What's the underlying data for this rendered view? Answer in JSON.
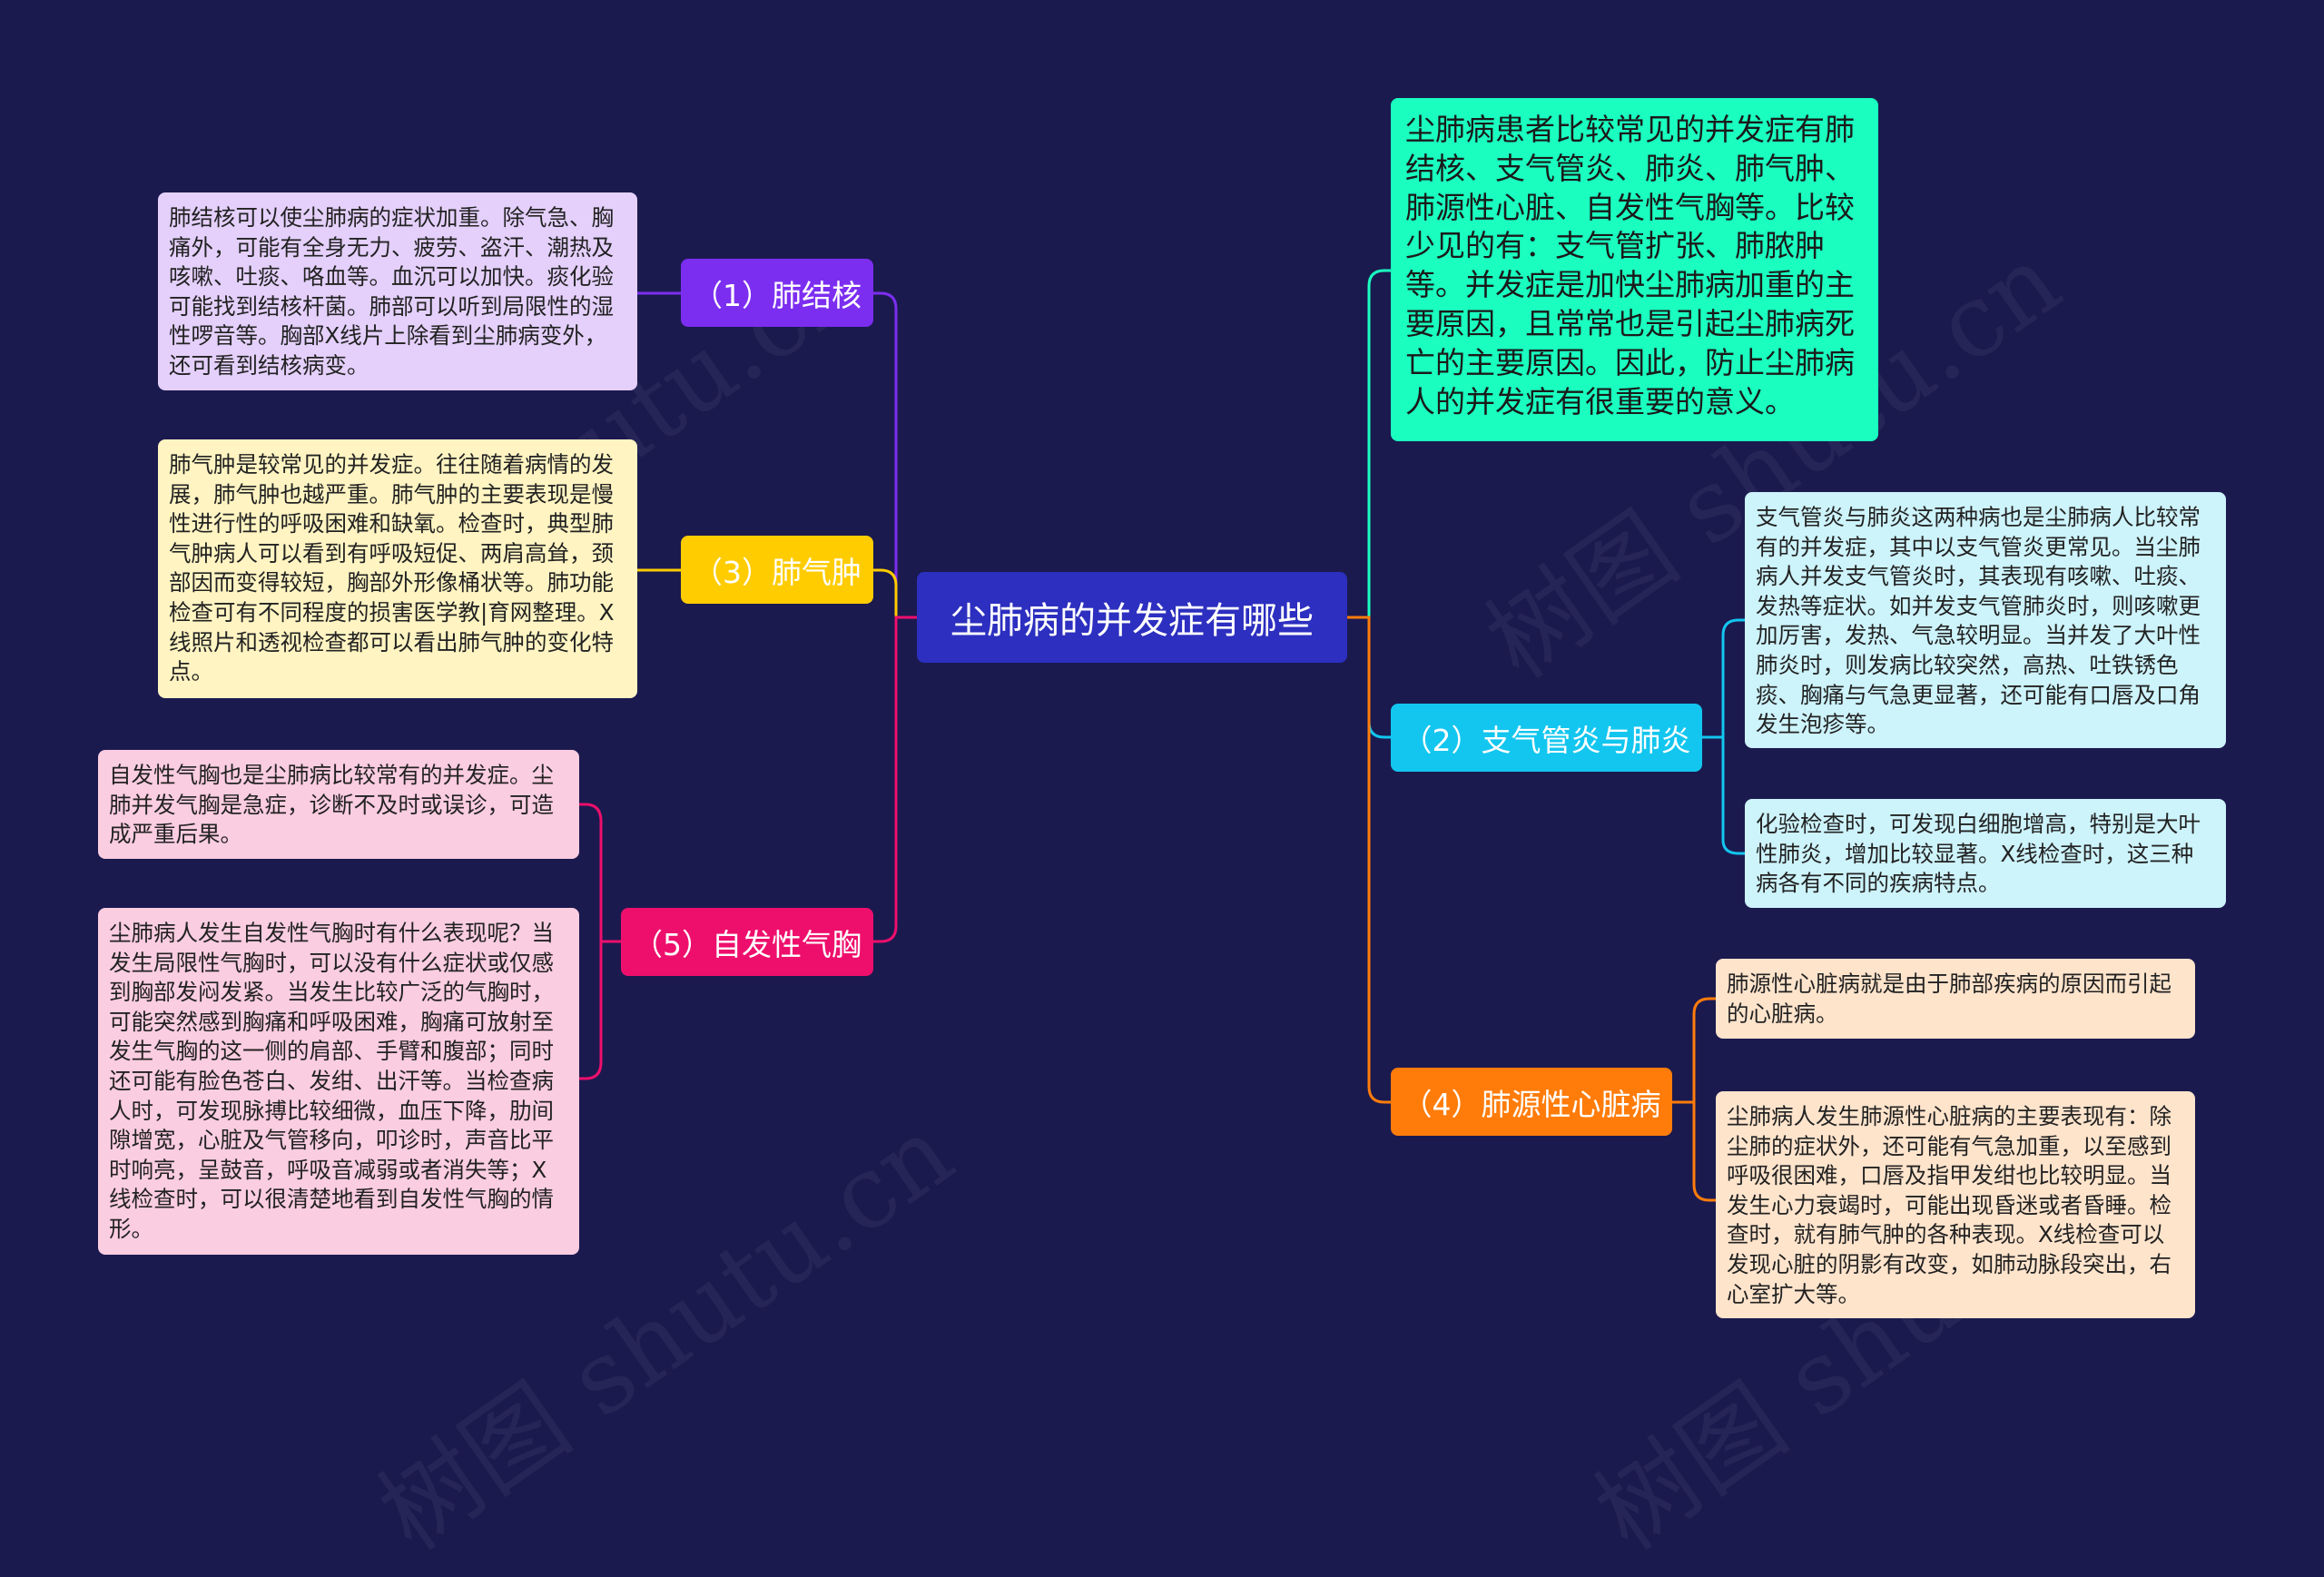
{
  "root": {
    "label": "尘肺病的并发症有哪些"
  },
  "colors": {
    "background": "#1b1a4f",
    "root": "#2c2fbf",
    "tuberculosis": "#7c2ef0",
    "emphysema": "#ffcc00",
    "pneumothorax": "#ee0f6c",
    "intro": "#1affc0",
    "bronchitis": "#12c6ef",
    "heart": "#ff7c0b"
  },
  "left": {
    "tuberculosis": {
      "label": "（1）肺结核",
      "details": [
        "肺结核可以使尘肺病的症状加重。除气急、胸痛外，可能有全身无力、疲劳、盗汗、潮热及咳嗽、吐痰、咯血等。血沉可以加快。痰化验可能找到结核杆菌。肺部可以听到局限性的湿性啰音等。胸部X线片上除看到尘肺病变外，还可看到结核病变。"
      ]
    },
    "emphysema": {
      "label": "（3）肺气肿",
      "details": [
        "肺气肿是较常见的并发症。往往随着病情的发展，肺气肿也越严重。肺气肿的主要表现是慢性进行性的呼吸困难和缺氧。检查时，典型肺气肿病人可以看到有呼吸短促、两肩高耸，颈部因而变得较短，胸部外形像桶状等。肺功能检查可有不同程度的损害医学教|育网整理。X线照片和透视检查都可以看出肺气肿的变化特点。"
      ]
    },
    "pneumothorax": {
      "label": "（5）自发性气胸",
      "details": [
        "自发性气胸也是尘肺病比较常有的并发症。尘肺并发气胸是急症，诊断不及时或误诊，可造成严重后果。",
        "尘肺病人发生自发性气胸时有什么表现呢？当发生局限性气胸时，可以没有什么症状或仅感到胸部发闷发紧。当发生比较广泛的气胸时，可能突然感到胸痛和呼吸困难，胸痛可放射至发生气胸的这一侧的肩部、手臂和腹部；同时还可能有脸色苍白、发绀、出汗等。当检查病人时，可发现脉搏比较细微，血压下降，肋间隙增宽，心脏及气管移向，叩诊时，声音比平时响亮，呈鼓音，呼吸音减弱或者消失等；X线检查时，可以很清楚地看到自发性气胸的情形。"
      ]
    }
  },
  "right": {
    "intro": {
      "text": "尘肺病患者比较常见的并发症有肺结核、支气管炎、肺炎、肺气肿、肺源性心脏、自发性气胸等。比较少见的有：支气管扩张、肺脓肿等。并发症是加快尘肺病加重的主要原因，且常常也是引起尘肺病死亡的主要原因。因此，防止尘肺病人的并发症有很重要的意义。"
    },
    "bronchitis": {
      "label": "（2）支气管炎与肺炎",
      "details": [
        "支气管炎与肺炎这两种病也是尘肺病人比较常有的并发症，其中以支气管炎更常见。当尘肺病人并发支气管炎时，其表现有咳嗽、吐痰、发热等症状。如并发支气管肺炎时，则咳嗽更加厉害，发热、气急较明显。当并发了大叶性肺炎时，则发病比较突然，高热、吐铁锈色痰、胸痛与气急更显著，还可能有口唇及口角发生泡疹等。",
        "化验检查时，可发现白细胞增高，特别是大叶性肺炎，增加比较显著。X线检查时，这三种病各有不同的疾病特点。"
      ]
    },
    "heart": {
      "label": "（4）肺源性心脏病",
      "details": [
        "肺源性心脏病就是由于肺部疾病的原因而引起的心脏病。",
        "尘肺病人发生肺源性心脏病的主要表现有：除尘肺的症状外，还可能有气急加重，以至感到呼吸很困难，口唇及指甲发绀也比较明显。当发生心力衰竭时，可能出现昏迷或者昏睡。检查时，就有肺气肿的各种表现。X线检查可以发现心脏的阴影有改变，如肺动脉段突出，右心室扩大等。"
      ]
    }
  },
  "watermark": "树图 shutu.cn"
}
